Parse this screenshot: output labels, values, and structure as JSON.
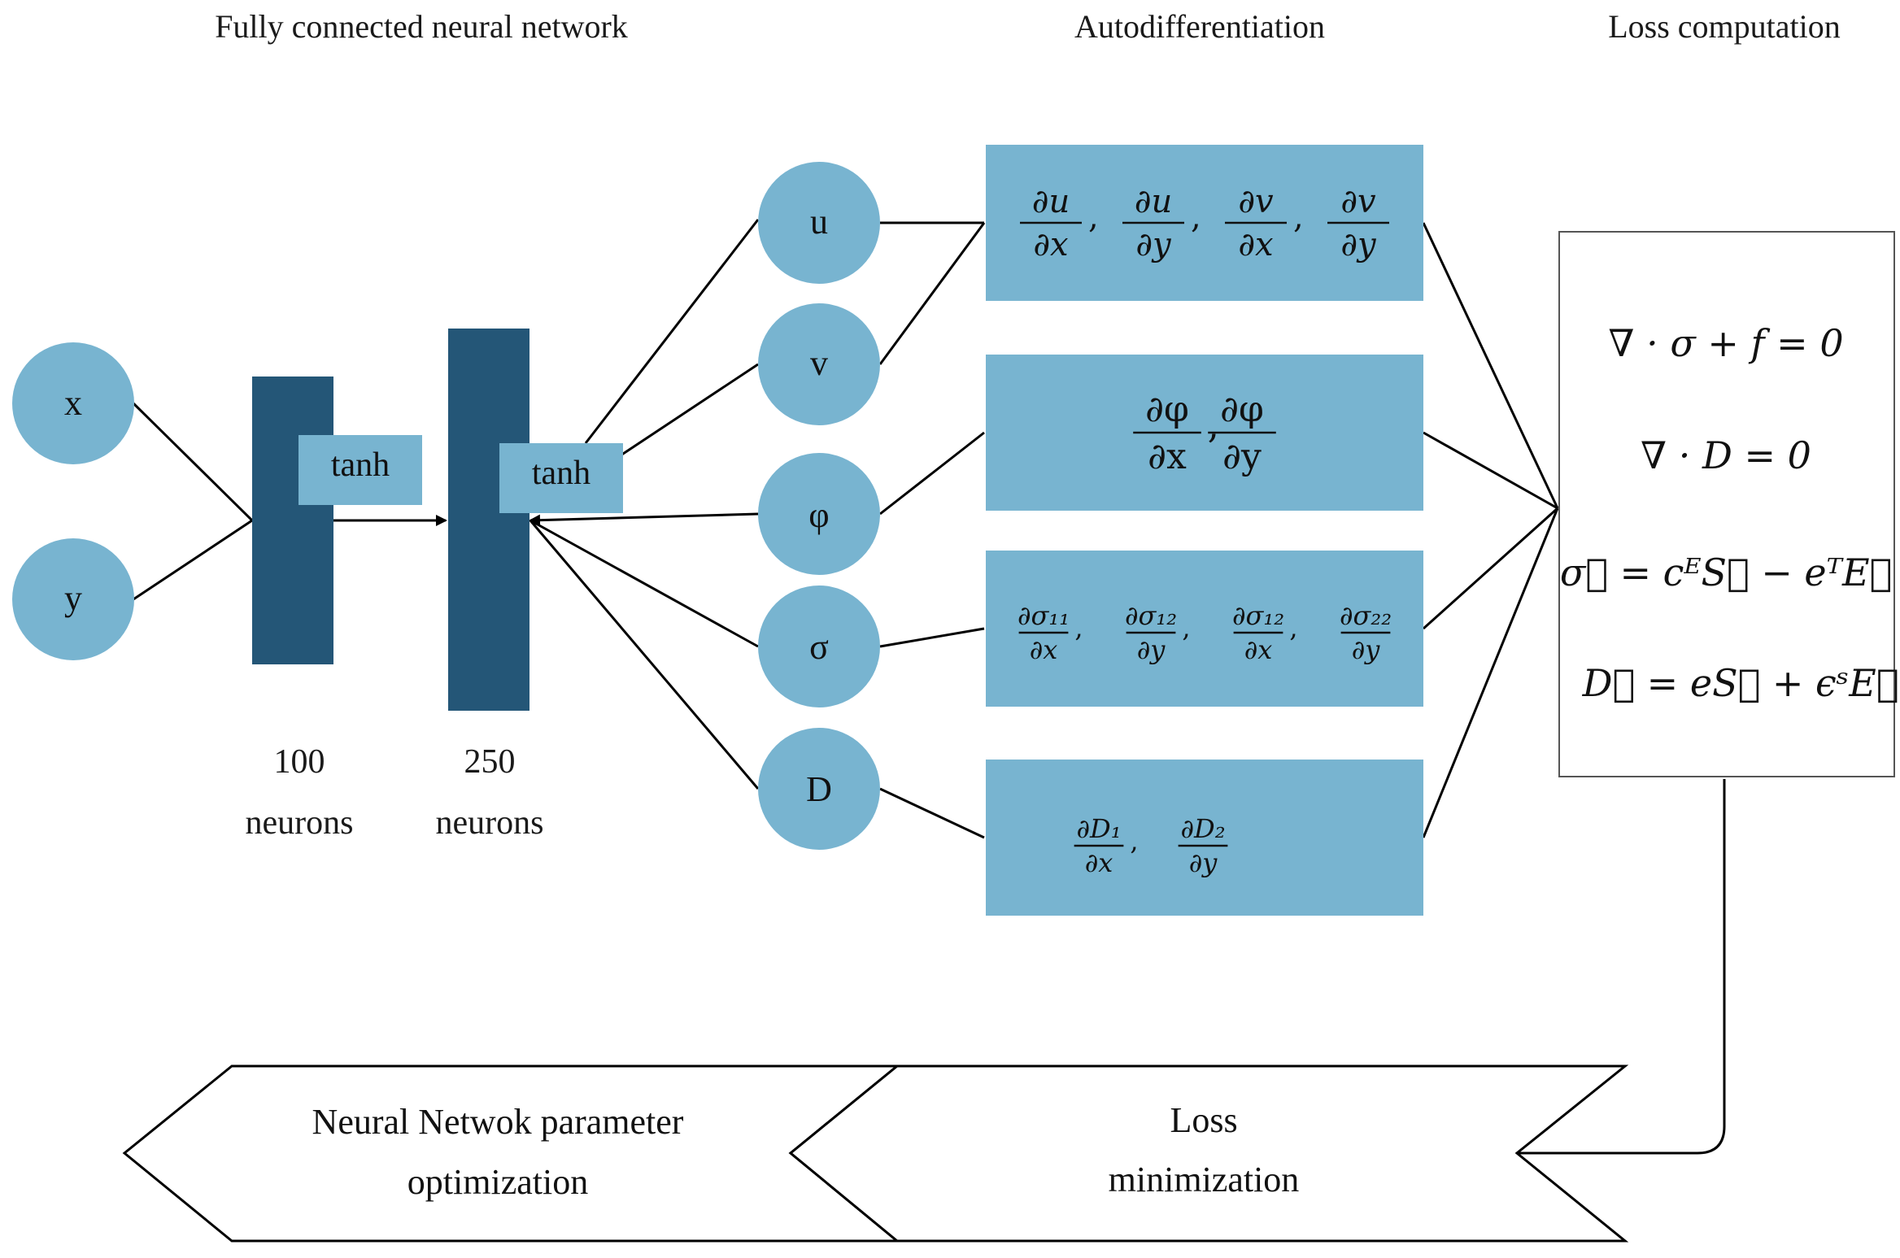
{
  "titles": {
    "network": "Fully connected neural network",
    "autodiff": "Autodifferentiation",
    "loss": "Loss computation"
  },
  "inputs": [
    "x",
    "y"
  ],
  "layers": [
    {
      "activation": "tanh",
      "count": "100",
      "unit": "neurons"
    },
    {
      "activation": "tanh",
      "count": "250",
      "unit": "neurons"
    }
  ],
  "outputs": [
    "u",
    "v",
    "φ",
    "σ",
    "D"
  ],
  "derivatives": {
    "row1": {
      "numerators": [
        "∂u",
        "∂u",
        "∂v",
        "∂v"
      ],
      "denominators": [
        "∂x",
        "∂y",
        "∂x",
        "∂y"
      ],
      "separator": ","
    },
    "row2": {
      "numerators": [
        "∂φ",
        "∂φ"
      ],
      "denominators": [
        "∂x",
        "∂y"
      ],
      "separator": ","
    },
    "row3": {
      "numerators": [
        "∂σ₁₁",
        "∂σ₁₂",
        "∂σ₁₂",
        "∂σ₂₂"
      ],
      "denominators": [
        "∂x",
        "∂y",
        "∂x",
        "∂y"
      ],
      "separator": ","
    },
    "row4": {
      "numerators": [
        "∂D₁",
        "∂D₂"
      ],
      "denominators": [
        "∂x",
        "∂y"
      ],
      "separator": ","
    }
  },
  "equations": [
    "∇ · σ + f = 0",
    "∇ · D = 0",
    "σ⃗ = cᴱS⃗ − eᵀE⃗",
    "D⃗ = eS⃗ + ϵˢE⃗"
  ],
  "process": {
    "left": {
      "line1": "Neural Netwok parameter",
      "line2": "optimization"
    },
    "right": {
      "line1": "Loss",
      "line2": "minimization"
    }
  },
  "colors": {
    "node_fill": "#78b4d0",
    "layer_fill": "#245677",
    "box_fill": "#78b4d0",
    "tanh_fill": "#78b4d0",
    "stroke": "#000000"
  }
}
